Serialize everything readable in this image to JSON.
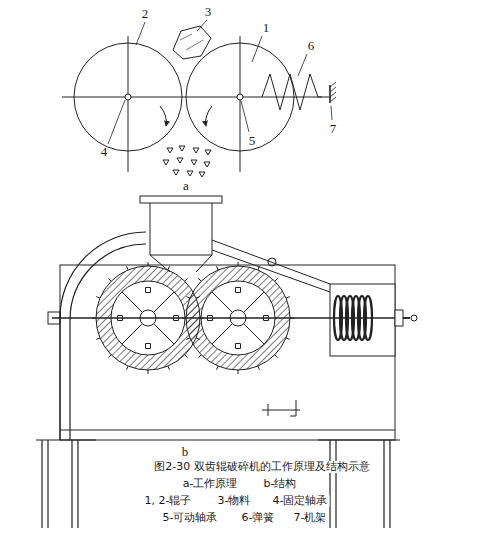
{
  "diagram": {
    "caption": "图2-30 双齿辊破碎机的工作原理及结构示意",
    "labels": [
      "1",
      "2",
      "3",
      "4",
      "5",
      "6",
      "7",
      "a",
      "b",
      "a-工作原理",
      "b-结构",
      "1, 2-辊子",
      "3-物料",
      "4-固定轴承",
      "5-可动轴承",
      "6-弹簧",
      "7-机架"
    ]
  }
}
